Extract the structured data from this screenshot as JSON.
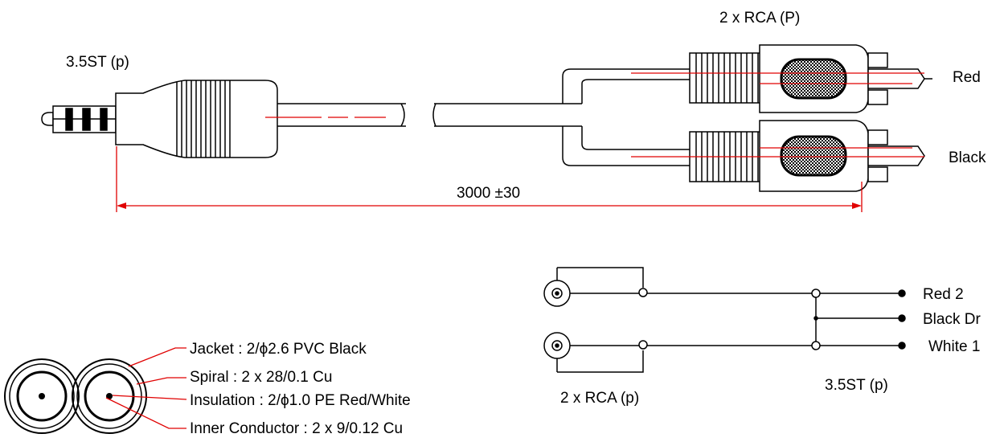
{
  "colors": {
    "line": "#000000",
    "red_wire": "#e00000",
    "background": "#ffffff"
  },
  "assembly": {
    "plug_35_label": "3.5ST (p)",
    "rca_label": "2 x RCA (P)",
    "red_label": "Red",
    "black_label": "Black",
    "length_label": "3000 ±30"
  },
  "cross_section": {
    "jacket": "Jacket : 2/ϕ2.6 PVC Black",
    "spiral": "Spiral : 2 x 28/0.1 Cu",
    "insulation": "Insulation : 2/ϕ1.0 PE Red/White",
    "inner_conductor": "Inner Conductor : 2 x 9/0.12 Cu"
  },
  "schematic": {
    "red_pin": "Red 2",
    "black_pin": "Black Dr",
    "white_pin": "White 1",
    "plug_label": "3.5ST (p)",
    "rca_label": "2 x RCA (p)"
  }
}
